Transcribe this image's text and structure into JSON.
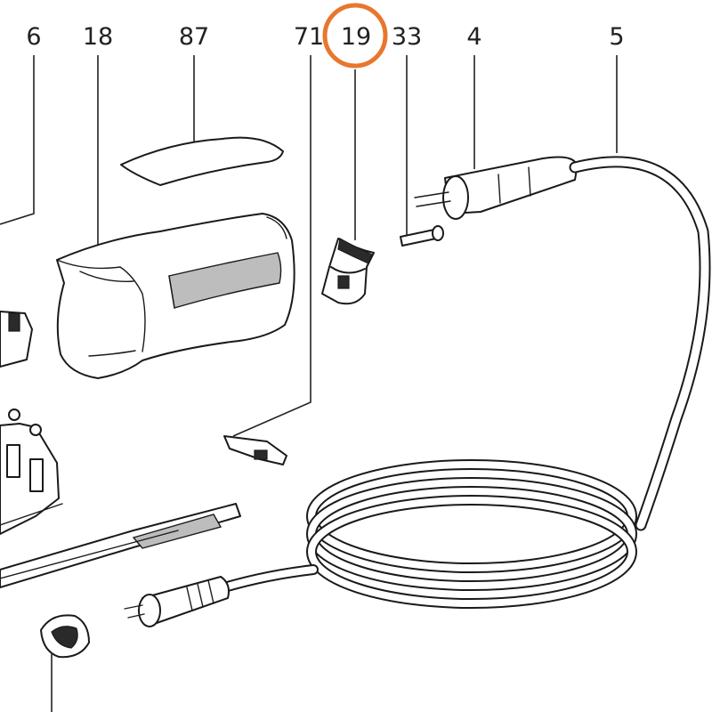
{
  "labels": {
    "l6": "6",
    "l18": "18",
    "l87": "87",
    "l71": "71",
    "l19": "19",
    "l33": "33",
    "l4": "4",
    "l5": "5"
  },
  "highlight": {
    "part": "19",
    "color": "#e8772e"
  },
  "colors": {
    "ink": "#1a1a1a",
    "shade": "#bdbdbd"
  }
}
